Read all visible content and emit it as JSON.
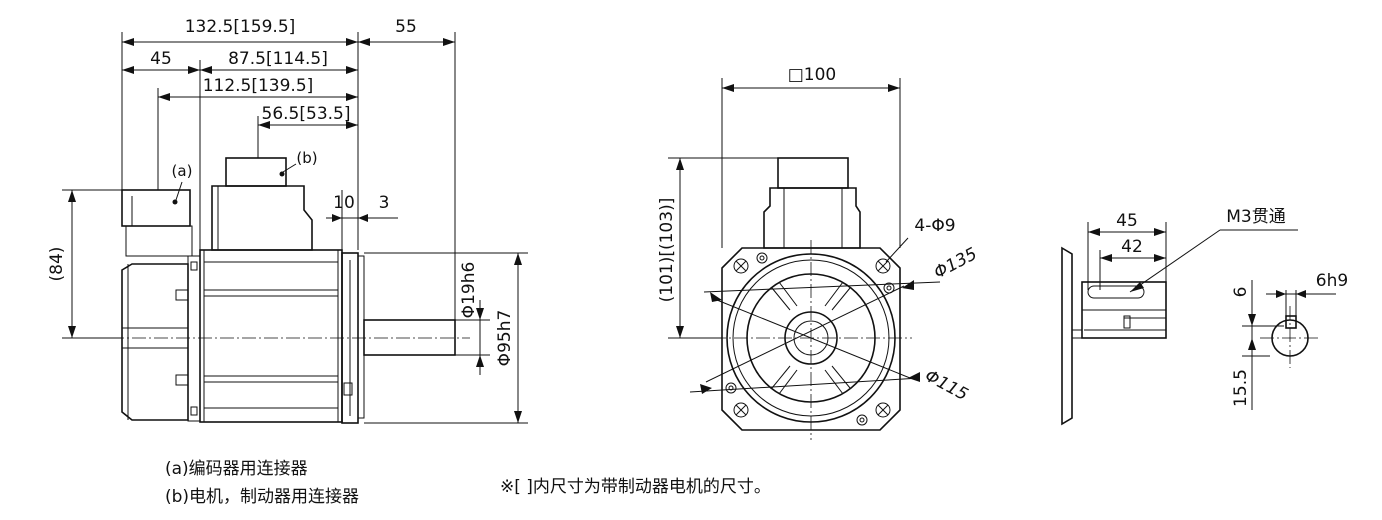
{
  "side_view": {
    "overall_length": "132.5[159.5]",
    "shaft_length": "55",
    "encoder_offset": "45",
    "body_length": "87.5[114.5]",
    "connector_a_offset": "112.5[139.5]",
    "connector_b_offset": "56.5[53.5]",
    "flange_thickness": "10",
    "spigot_depth": "3",
    "height_84": "(84)",
    "shaft_dia": "Φ19h6",
    "spigot_dia": "Φ95h7",
    "label_a": "(a)",
    "label_b": "(b)"
  },
  "front_view": {
    "flange_square": "□100",
    "height_label": "(101)[(103)]",
    "holes": "4-Φ9",
    "pcd": "Φ135",
    "outer_dia": "Φ115"
  },
  "shaft_view": {
    "key_len_45": "45",
    "key_len_42": "42",
    "tap": "M3贯通",
    "key_width": "6h9",
    "key_depth": "6",
    "key_height": "15.5"
  },
  "notes": {
    "legend_a": "(a)编码器用连接器",
    "legend_b": "(b)电机，制动器用连接器",
    "bracket_note": "※[ ]内尺寸为带制动器电机的尺寸。"
  }
}
